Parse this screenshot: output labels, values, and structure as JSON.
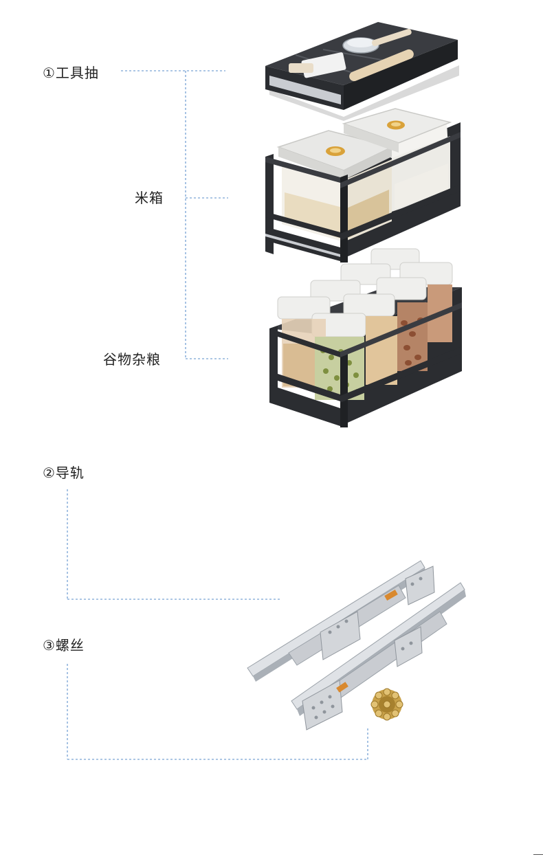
{
  "labels": {
    "tool_drawer": "①工具抽",
    "rice_box": "米箱",
    "grains": "谷物杂粮",
    "guide_rail": "②导轨",
    "screws": "③螺丝"
  },
  "colors": {
    "dash_line": "#8fb3dc",
    "frame_dark": "#2b2d31",
    "frame_edge": "#55585e",
    "silver": "#c9ccd1",
    "lid": "#e8e8e6",
    "badge": "#d9a23a",
    "rice": "#efe9dc",
    "grain": "#d7b98a",
    "peas": "#8a9a4a",
    "beans": "#9a5a3a",
    "screw_gold": "#c9a24a"
  }
}
